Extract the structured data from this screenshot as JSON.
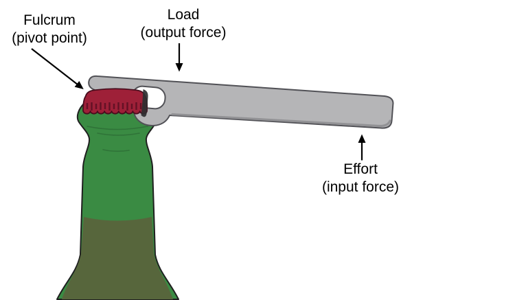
{
  "labels": {
    "fulcrum": {
      "line1": "Fulcrum",
      "line2": "(pivot point)"
    },
    "load": {
      "line1": "Load",
      "line2": "(output force)"
    },
    "effort": {
      "line1": "Effort",
      "line2": "(input force)"
    }
  },
  "colors": {
    "background": "#ffffff",
    "label_text": "#000000",
    "arrow_black": "#000000",
    "bottle_green": "#3a8b43",
    "bottle_olive": "#57663c",
    "bottle_outline": "#1f1f1f",
    "neck_line": "#2e6e36",
    "cap_red": "#9e2038",
    "cap_outline": "#470d1d",
    "cap_crimp_dark": "#5c0f23",
    "cap_shadow": "#2f2f31",
    "opener_gray": "#b5b5b7",
    "opener_outline": "#515156",
    "opener_bevel": "#8e8e91"
  }
}
